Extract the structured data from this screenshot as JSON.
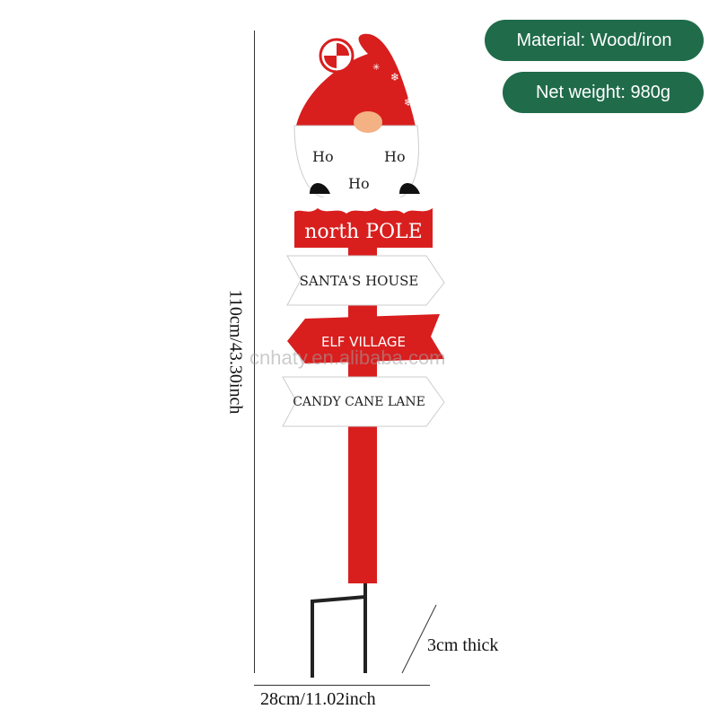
{
  "specs": {
    "material": "Material: Wood/iron",
    "weight": "Net weight: 980g"
  },
  "dimensions": {
    "height": "110cm/43.30inch",
    "width": "28cm/11.02inch",
    "thickness": "3cm thick"
  },
  "watermark": "cnhaty.en.alibaba.com",
  "sign": {
    "hat_text": [
      "Ho",
      "Ho",
      "Ho"
    ],
    "top_sign": "north POLE",
    "arrows": [
      "SANTA'S HOUSE",
      "ELF VILLAGE",
      "CANDY CANE LANE"
    ]
  },
  "colors": {
    "pill_bg": "#1f6b4a",
    "sign_red": "#dd1f1f"
  }
}
